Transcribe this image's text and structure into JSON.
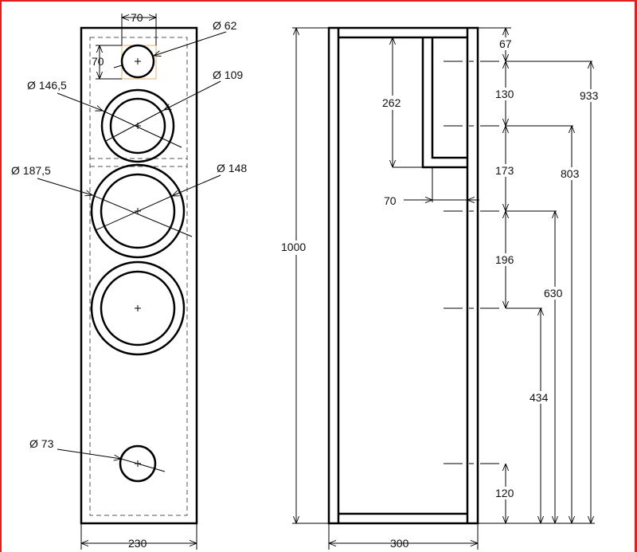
{
  "front_view": {
    "tweeter_width": "70",
    "tweeter_height": "70",
    "tweeter_diameter": "Ø 62",
    "mid_inner_diameter": "Ø 109",
    "mid_outer_diameter": "Ø 146,5",
    "woofer_outer_diameter": "Ø 187,5",
    "woofer_inner_diameter": "Ø 148",
    "port_diameter": "Ø 73",
    "width": "230"
  },
  "side_view": {
    "height": "1000",
    "chamber_height": "262",
    "chamber_depth": "70",
    "depth": "300",
    "spacings": [
      "67",
      "130",
      "173",
      "196",
      "120"
    ],
    "heights_from_bottom": [
      "933",
      "803",
      "630",
      "434"
    ]
  },
  "colors": {
    "frame": "#e02020",
    "tweeter_box": "#e0b070"
  }
}
